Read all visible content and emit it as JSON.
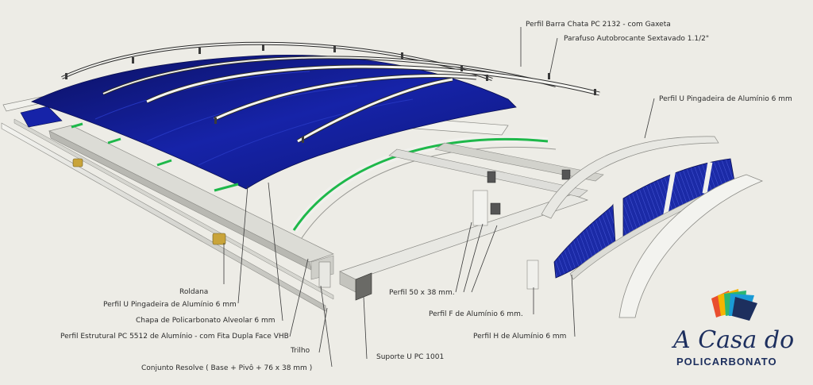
{
  "labels": {
    "barra_chata": "Perfil Barra Chata PC 2132 - com Gaxeta",
    "parafuso": "Parafuso Autobrocante Sextavado 1.1/2\"",
    "u_pingadeira_right": "Perfil U Pingadeira de Alumínio 6 mm",
    "roldana": "Roldana",
    "u_pingadeira_left": "Perfil U Pingadeira de Alumínio 6 mm",
    "chapa": "Chapa de Policarbonato Alveolar 6 mm",
    "estrutural": "Perfil Estrutural PC 5512 de Alumínio - com Fita Dupla Face VHB",
    "trilho": "Trilho",
    "conjunto": "Conjunto Resolve ( Base + Pivô + 76 x 38 mm )",
    "perfil_50": "Perfil 50 x 38 mm.",
    "perfil_f": "Perfil F de Alumínio 6 mm.",
    "suporte": "Suporte U PC 1001",
    "perfil_h": "Perfil H de Alumínio 6 mm"
  },
  "logo": {
    "script": "A Casa do",
    "sub": "POLICARBONATO"
  },
  "colors": {
    "background": "#edece6",
    "sheet_blue": "#101a8c",
    "aluminum": "#e4e4e0",
    "gasket_green": "#1eb84a",
    "logo_text": "#1d2f5e"
  }
}
